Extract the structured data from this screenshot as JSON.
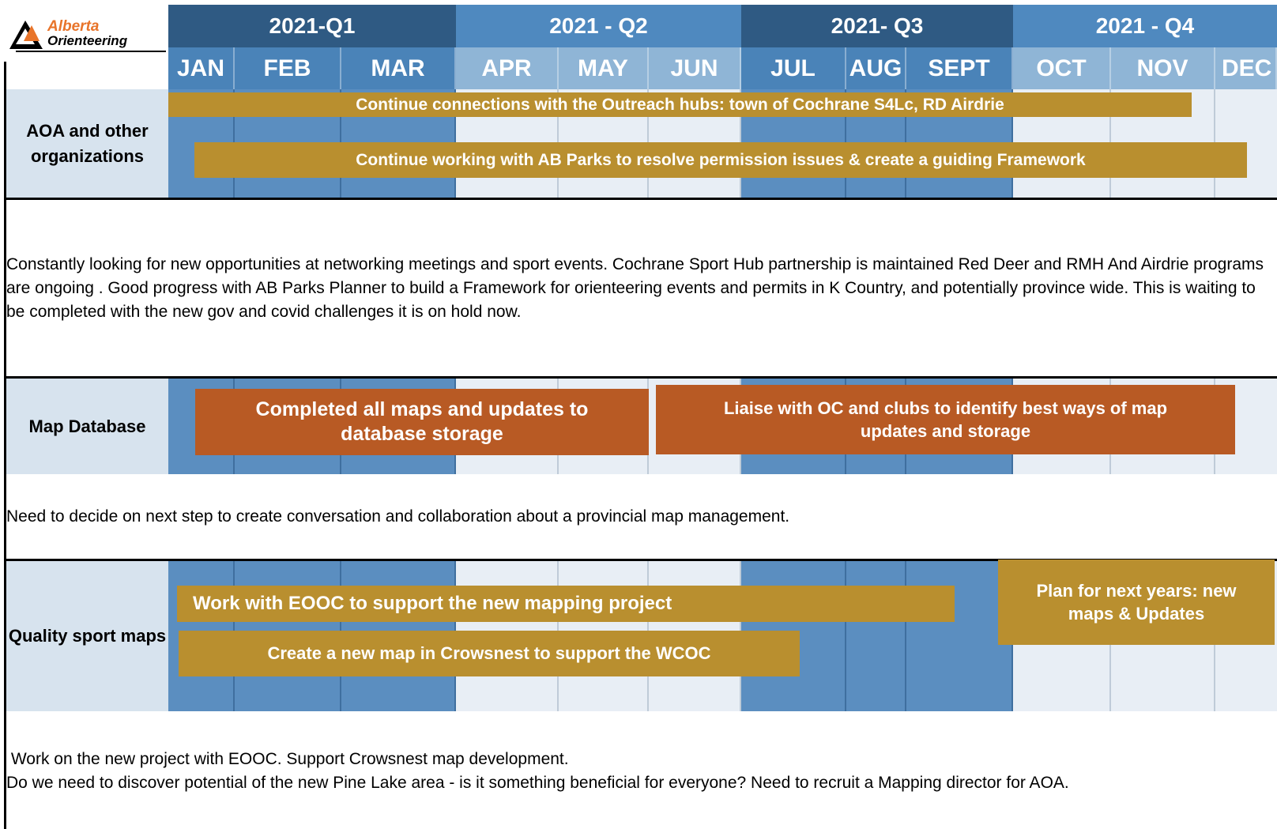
{
  "logo": {
    "line1": "Alberta",
    "line2": "Orienteering"
  },
  "quarters": [
    "2021-Q1",
    "2021 - Q2",
    "2021- Q3",
    "2021 - Q4"
  ],
  "months": [
    "JAN",
    "FEB",
    "MAR",
    "APR",
    "MAY",
    "JUN",
    "JUL",
    "AUG",
    "SEPT",
    "OCT",
    "NOV",
    "DEC"
  ],
  "colors": {
    "dark_quarter": "#2f5a83",
    "mid_quarter": "#4f89bf",
    "gold_bar": "#b98f2f",
    "rust_bar": "#b85a24",
    "label_bg": "#d7e3ee"
  },
  "sections": [
    {
      "label": "AOA and other organizations",
      "bars": [
        "Continue connections with the Outreach hubs: town of Cochrane S4Lc, RD Airdrie",
        "Continue working with AB Parks to resolve permission issues & create a guiding Framework"
      ],
      "note": "Constantly looking for new opportunities at networking meetings and sport events.  Cochrane Sport Hub partnership is maintained  Red Deer and RMH And Airdrie programs are ongoing . Good progress with AB Parks Planner to build a Framework for orienteering events and permits in K Country, and potentially province wide. This is waiting to be completed with the new gov and covid challenges it is on hold now."
    },
    {
      "label": "Map Database",
      "bars": [
        "Completed all maps and updates to database storage",
        "Liaise with OC and clubs  to identify best ways of map updates and  storage"
      ],
      "note": "Need to decide on next step to create conversation and collaboration about a provincial map management."
    },
    {
      "label": "Quality sport maps",
      "bars": [
        "Work with EOOC to support the new mapping  project",
        "Create a new map in Crowsnest to support the WCOC",
        "Plan for next years: new maps & Updates"
      ],
      "note_line1": " Work on the new project with EOOC. Support Crowsnest map development.",
      "note_line2": "Do we need to discover potential of the new Pine Lake area - is it something beneficial for everyone?  Need to recruit a Mapping director for AOA."
    }
  ]
}
